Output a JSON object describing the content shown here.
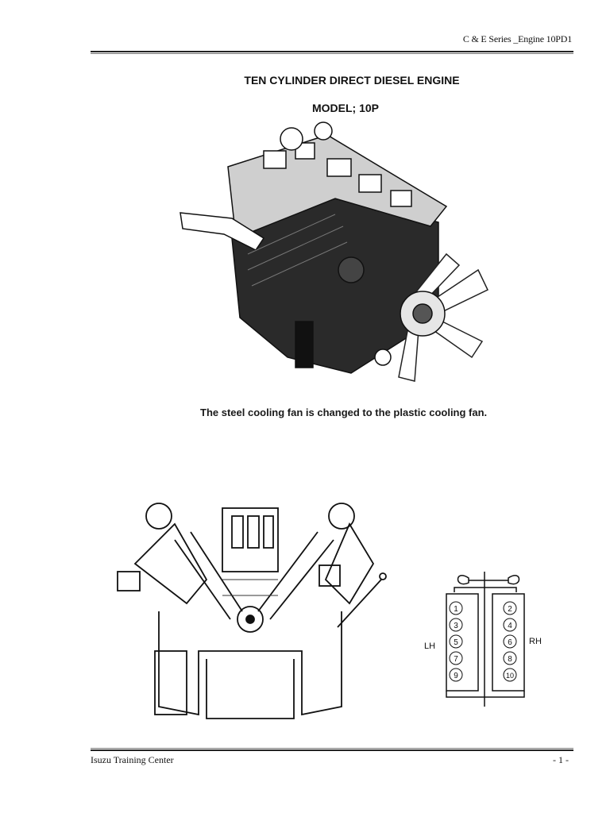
{
  "header": {
    "doc_ref": "C & E Series _Engine 10PD1"
  },
  "heading": {
    "title": "TEN CYLINDER DIRECT DIESEL ENGINE",
    "model": "MODEL; 10P"
  },
  "figure1": {
    "caption": "The steel cooling fan is changed to the plastic cooling fan."
  },
  "figure3": {
    "left_label": "LH",
    "right_label": "RH",
    "left_bank": [
      "1",
      "3",
      "5",
      "7",
      "9"
    ],
    "right_bank": [
      "2",
      "4",
      "6",
      "8",
      "10"
    ]
  },
  "footer": {
    "left": "Isuzu Training Center",
    "page": "- 1 -"
  }
}
